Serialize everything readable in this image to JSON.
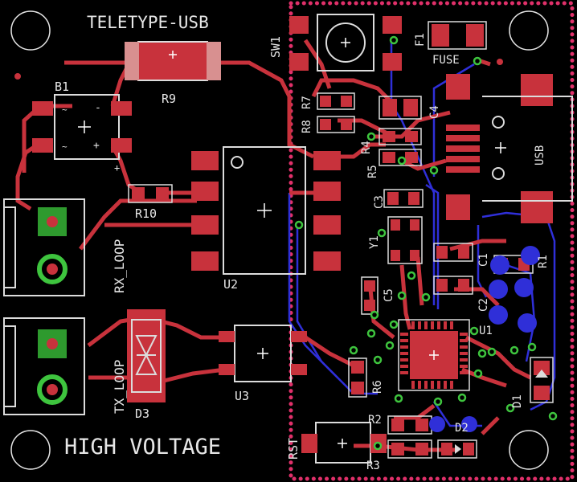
{
  "board": {
    "title": "TELETYPE-USB",
    "warning": "HIGH VOLTAGE"
  },
  "colors": {
    "background": "#000000",
    "top_copper": "#c8323c",
    "bottom_copper": "#2f2fd8",
    "silkscreen": "#dcdcdc",
    "via_ring": "#3ec43e",
    "outline": "#e0306a"
  },
  "labels": {
    "sw1": "SW1",
    "f1": "F1",
    "fuse": "FUSE",
    "b1": "B1",
    "r9": "R9",
    "r7": "R7",
    "r8": "R8",
    "r4": "R4",
    "r5": "R5",
    "c4": "C4",
    "usb": "USB",
    "r10": "R10",
    "rx_loop": "RX_LOOP",
    "c3": "C3",
    "y1": "Y1",
    "c1": "C1",
    "r1": "R1",
    "c5": "C5",
    "c2": "C2",
    "u2": "U2",
    "u1": "U1",
    "tx_loop": "TX_LOOP",
    "r6": "R6",
    "d1": "D1",
    "u3": "U3",
    "d3": "D3",
    "r2": "R2",
    "d2": "D2",
    "rst": "RST",
    "r3": "R3"
  }
}
